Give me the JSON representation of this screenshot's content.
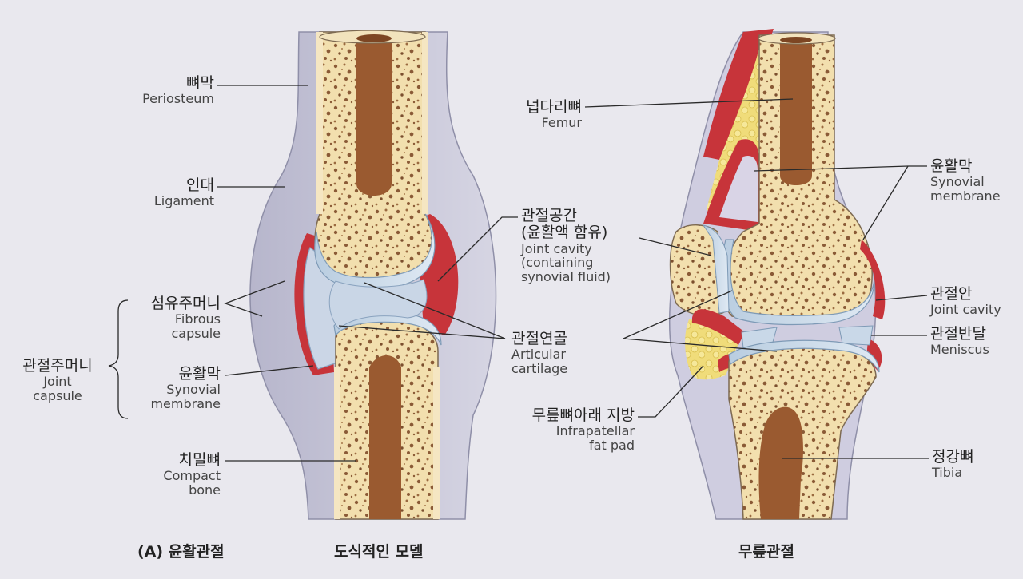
{
  "labels": {
    "periosteum": {
      "ko": "뼈막",
      "en": "Periosteum"
    },
    "ligament": {
      "ko": "인대",
      "en": "Ligament"
    },
    "fibrous_capsule": {
      "ko": "섬유주머니",
      "en1": "Fibrous",
      "en2": "capsule"
    },
    "joint_capsule": {
      "ko": "관절주머니",
      "en1": "Joint",
      "en2": "capsule"
    },
    "synovial_membrane_left": {
      "ko": "윤활막",
      "en1": "Synovial",
      "en2": "membrane"
    },
    "compact_bone": {
      "ko": "치밀뼈",
      "en1": "Compact",
      "en2": "bone"
    },
    "joint_cavity_center": {
      "ko1": "관절공간",
      "ko2": "(윤활액 함유)",
      "en1": "Joint cavity",
      "en2": "(containing",
      "en3": "synovial fluid)"
    },
    "articular_cartilage": {
      "ko": "관절연골",
      "en1": "Articular",
      "en2": "cartilage"
    },
    "infrapatellar_fat_pad": {
      "ko": "무릎뼈아래 지방",
      "en1": "Infrapatellar",
      "en2": "fat pad"
    },
    "femur": {
      "ko": "넙다리뼈",
      "en": "Femur"
    },
    "synovial_membrane_right": {
      "ko": "윤활막",
      "en1": "Synovial",
      "en2": "membrane"
    },
    "joint_cavity_knee": {
      "ko": "관절안",
      "en": "Joint cavity"
    },
    "meniscus": {
      "ko": "관절반달",
      "en": "Meniscus"
    },
    "tibia": {
      "ko": "정강뼈",
      "en": "Tibia"
    }
  },
  "captions": {
    "panel": "(A) 윤활관절",
    "schematic": "도식적인 모델",
    "knee": "무릎관절"
  },
  "colors": {
    "background": "#e9e8ee",
    "synovial_membrane": "#c7343a",
    "spongy_bone": "#f2dfae",
    "marrow": "#9a5a30",
    "cartilage": "#c9d8e8",
    "capsule": "#cfcde0",
    "fat": "#f0dc7a"
  }
}
